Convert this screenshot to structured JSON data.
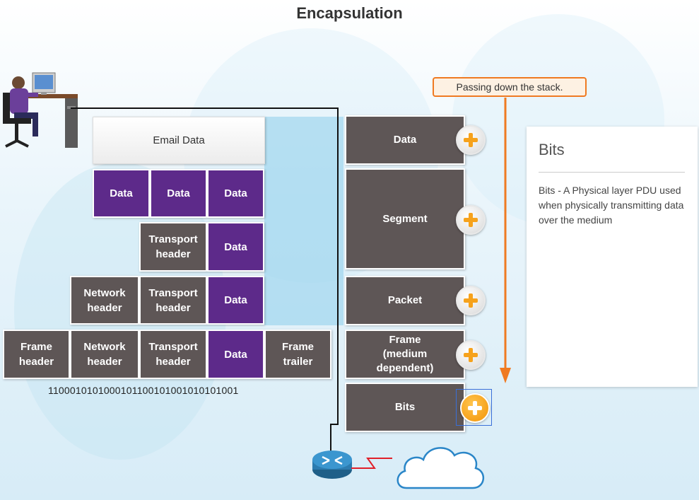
{
  "title": "Encapsulation",
  "callout": "Passing down the stack.",
  "email_block": "Email Data",
  "segment_row": [
    "Data",
    "Data",
    "Data"
  ],
  "segment_pdu_row": {
    "transport_header": "Transport\nheader",
    "data": "Data"
  },
  "packet_row": {
    "network_header": "Network\nheader",
    "transport_header": "Transport\nheader",
    "data": "Data"
  },
  "frame_row": {
    "frame_header": "Frame\nheader",
    "network_header": "Network\nheader",
    "transport_header": "Transport\nheader",
    "data": "Data",
    "frame_trailer": "Frame\ntrailer"
  },
  "bit_stream": "1100010101000101100101001010101001",
  "pdus": [
    {
      "label": "Data"
    },
    {
      "label": "Segment"
    },
    {
      "label": "Packet"
    },
    {
      "label": "Frame\n(medium\ndependent)"
    },
    {
      "label": "Bits"
    }
  ],
  "active_pdu": "Bits",
  "panel": {
    "title": "Bits",
    "body": "Bits - A Physical layer PDU used when physically transmitting data over the medium"
  },
  "colors": {
    "pdu": "#5e5656",
    "data": "#5d2a8a",
    "accent": "#ef7a22",
    "plus": "#f6a21c"
  }
}
